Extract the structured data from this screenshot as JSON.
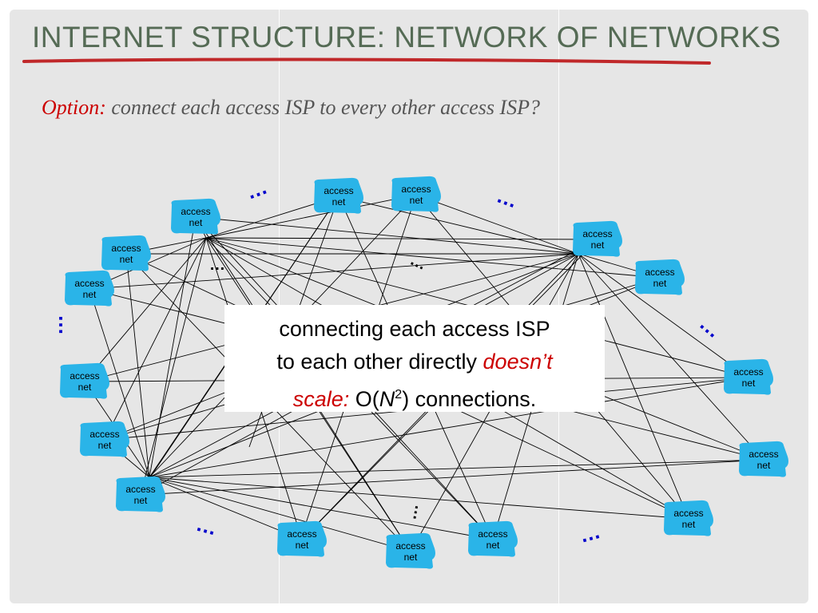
{
  "title": "INTERNET STRUCTURE: NETWORK OF NETWORKS",
  "subtitle": {
    "option_label": "Option:",
    "text": "connect each access ISP to every other access ISP?"
  },
  "node_label": {
    "line1": "access",
    "line2": "net"
  },
  "ellipsis": "…",
  "callout": {
    "line1": "connecting each access ISP",
    "line2_start": "to each other directly",
    "line2_red": "doesn’t",
    "line3_red": "scale:",
    "o_open": "O(",
    "n": "N",
    "exp": "2",
    "close": ") connections."
  },
  "colors": {
    "node_fill": "#2ab4e8",
    "title": "#556b55",
    "accent_red": "#cc0000",
    "dots_blue": "#0000cc",
    "background": "#e6e6e6"
  }
}
